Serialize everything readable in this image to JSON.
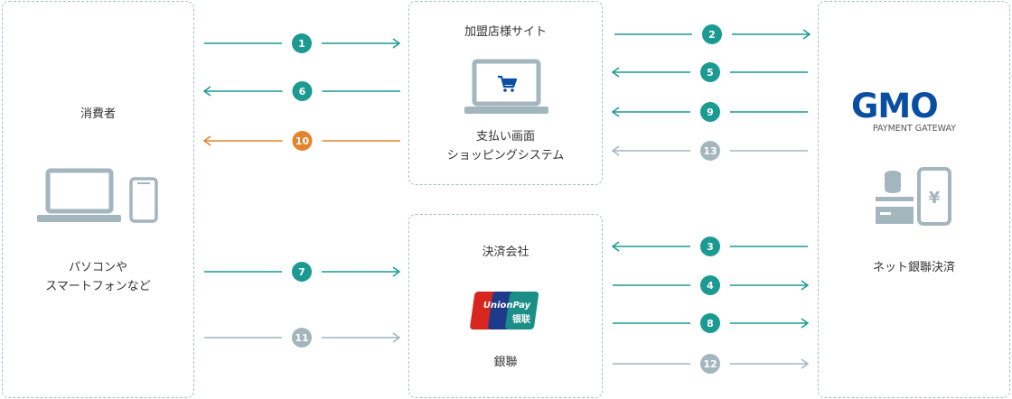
{
  "colors": {
    "teal": "#1b9a91",
    "orange": "#e3832a",
    "gray": "#a3b6be",
    "icon": "#a3b6be",
    "gmo_blue": "#0a4ea2"
  },
  "consumer": {
    "title": "消費者",
    "devices_line1": "パソコンや",
    "devices_line2": "スマートフォンなど",
    "icons": [
      "laptop-icon",
      "smartphone-icon"
    ]
  },
  "merchant": {
    "title": "加盟店様サイト",
    "line1": "支払い画面",
    "line2": "ショッピングシステム",
    "icons": [
      "laptop-cart-icon"
    ]
  },
  "card_company": {
    "title": "決済会社",
    "name": "銀聯",
    "logo": {
      "top": "UnionPay",
      "bottom": "银联"
    }
  },
  "gateway": {
    "logo_text": "GMO",
    "logo_sub": "PAYMENT GATEWAY",
    "label": "ネット銀聯決済",
    "icons": [
      "server-card-icon",
      "phone-yen-icon"
    ]
  },
  "flows": [
    {
      "step": "1",
      "from": "consumer",
      "to": "merchant",
      "color": "teal"
    },
    {
      "step": "6",
      "from": "merchant",
      "to": "consumer",
      "color": "teal"
    },
    {
      "step": "10",
      "from": "merchant",
      "to": "consumer",
      "color": "orange"
    },
    {
      "step": "7",
      "from": "consumer",
      "to": "card_company",
      "color": "teal"
    },
    {
      "step": "11",
      "from": "consumer",
      "to": "card_company",
      "color": "gray"
    },
    {
      "step": "2",
      "from": "merchant",
      "to": "gateway",
      "color": "teal"
    },
    {
      "step": "5",
      "from": "gateway",
      "to": "merchant",
      "color": "teal"
    },
    {
      "step": "9",
      "from": "gateway",
      "to": "merchant",
      "color": "teal"
    },
    {
      "step": "13",
      "from": "gateway",
      "to": "merchant",
      "color": "gray"
    },
    {
      "step": "3",
      "from": "gateway",
      "to": "card_company",
      "color": "teal"
    },
    {
      "step": "4",
      "from": "card_company",
      "to": "gateway",
      "color": "teal"
    },
    {
      "step": "8",
      "from": "card_company",
      "to": "gateway",
      "color": "teal"
    },
    {
      "step": "12",
      "from": "card_company",
      "to": "gateway",
      "color": "gray"
    }
  ]
}
